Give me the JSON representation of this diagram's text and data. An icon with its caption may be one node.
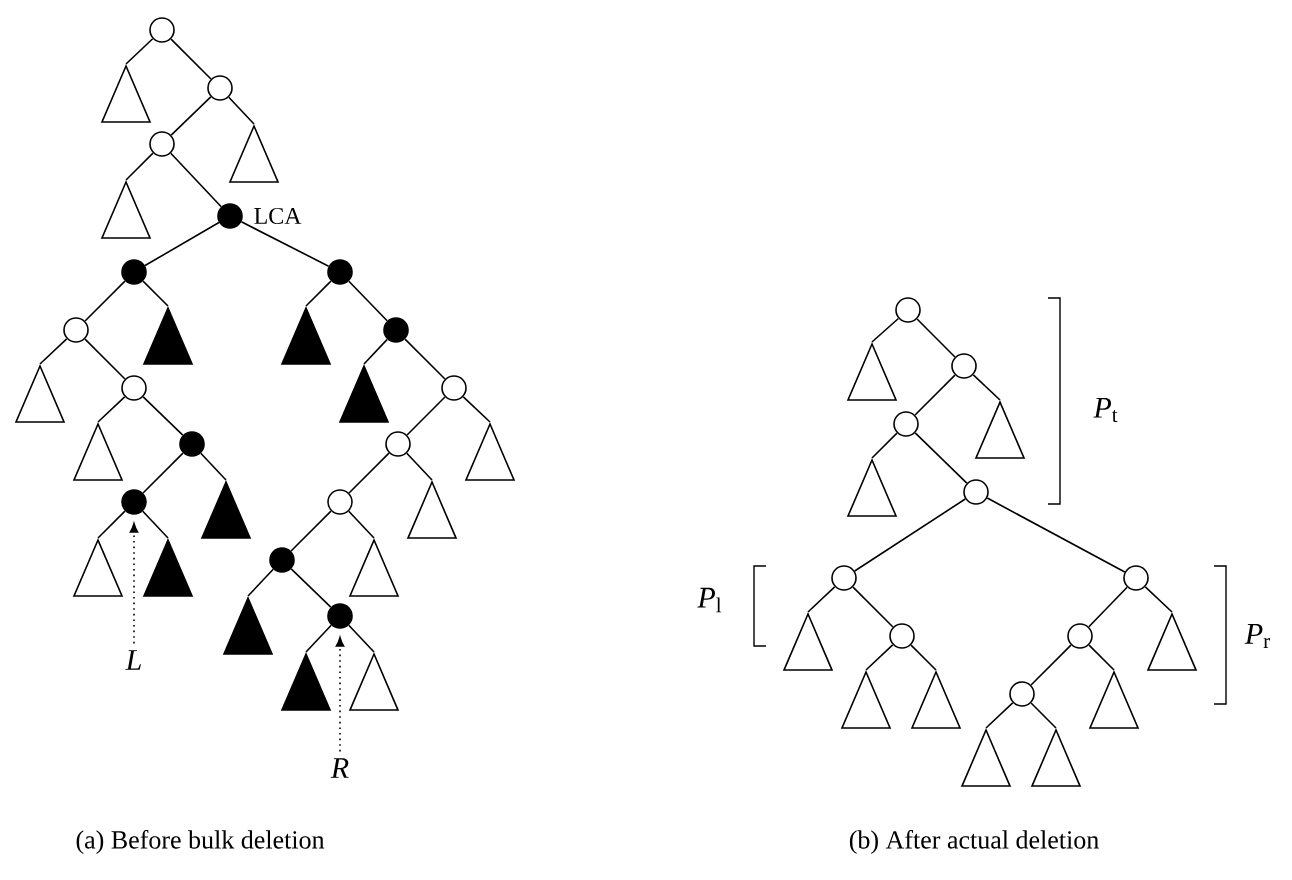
{
  "diagram": {
    "nodes": [
      {
        "text": [],
        "shape": "circle"
      },
      {
        "text": [],
        "shape": "triangle"
      },
      {
        "text": [],
        "shape": "circle"
      },
      {
        "text": [],
        "shape": "circle"
      },
      {
        "text": [],
        "shape": "triangle"
      },
      {
        "text": [],
        "shape": "disc",
        "beside": [
          "LCA"
        ]
      },
      {
        "text": [],
        "shape": "disc"
      },
      {
        "text": [],
        "shape": "circle"
      },
      {
        "text": [],
        "shape": "triangle"
      },
      {
        "text": [],
        "shape": "circle"
      },
      {
        "text": [],
        "shape": "triangle"
      },
      {
        "text": [],
        "shape": "disc"
      },
      {
        "text": [],
        "shape": "disc"
      },
      {
        "text": [],
        "shape": "triangle"
      },
      {
        "text": [],
        "shape": "filled-triangle"
      },
      {
        "text": [],
        "shape": "filled-triangle"
      },
      {
        "text": [],
        "shape": "filled-triangle"
      },
      {
        "text": [],
        "shape": "disc"
      },
      {
        "text": [],
        "shape": "filled-triangle"
      },
      {
        "text": [],
        "shape": "disc"
      },
      {
        "text": [],
        "shape": "filled-triangle"
      },
      {
        "text": [],
        "shape": "circle"
      },
      {
        "text": [],
        "shape": "circle"
      },
      {
        "text": [],
        "shape": "circle"
      },
      {
        "text": [],
        "shape": "disc"
      },
      {
        "text": [],
        "shape": "filled-triangle"
      },
      {
        "text": [],
        "shape": "disc"
      },
      {
        "text": [],
        "shape": "filled-triangle"
      },
      {
        "text": [],
        "shape": "triangle"
      },
      {
        "text": [],
        "shape": "triangle"
      },
      {
        "text": [],
        "shape": "triangle"
      },
      {
        "text": [],
        "shape": "triangle"
      },
      {
        "text": [],
        "shape": "triangle"
      },
      {
        "text": [
          "*L*"
        ]
      },
      {
        "text": [
          "*R*"
        ]
      },
      {
        "text": [],
        "shape": "circle"
      },
      {
        "text": [],
        "shape": "triangle"
      },
      {
        "text": [],
        "shape": "circle"
      },
      {
        "text": [],
        "shape": "circle"
      },
      {
        "text": [],
        "shape": "triangle"
      },
      {
        "text": [],
        "shape": "circle"
      },
      {
        "text": [],
        "shape": "circle"
      },
      {
        "text": [],
        "shape": "triangle"
      },
      {
        "text": [],
        "shape": "circle"
      },
      {
        "text": [],
        "shape": "triangle"
      },
      {
        "text": [],
        "shape": "triangle"
      },
      {
        "text": [],
        "shape": "circle"
      },
      {
        "text": [],
        "shape": "circle"
      },
      {
        "text": [],
        "shape": "circle"
      },
      {
        "text": [],
        "shape": "triangle"
      },
      {
        "text": [],
        "shape": "triangle"
      },
      {
        "text": [],
        "shape": "triangle"
      },
      {
        "text": [],
        "shape": "triangle"
      },
      {
        "text": [],
        "shape": "triangle"
      }
    ],
    "edges": [
      {
        "from": 0,
        "to": 1,
        "arrow": "none"
      },
      {
        "from": 0,
        "to": 2,
        "arrow": "none"
      },
      {
        "from": 2,
        "to": 3,
        "arrow": "none"
      },
      {
        "from": 2,
        "to": 32,
        "arrow": "none"
      },
      {
        "from": 3,
        "to": 4,
        "arrow": "none"
      },
      {
        "from": 3,
        "to": 5,
        "arrow": "none"
      },
      {
        "from": 5,
        "to": 6,
        "arrow": "none"
      },
      {
        "from": 5,
        "to": 17,
        "arrow": "none"
      },
      {
        "from": 6,
        "to": 7,
        "arrow": "none"
      },
      {
        "from": 6,
        "to": 16,
        "arrow": "none"
      },
      {
        "from": 7,
        "to": 8,
        "arrow": "none"
      },
      {
        "from": 7,
        "to": 9,
        "arrow": "none"
      },
      {
        "from": 9,
        "to": 10,
        "arrow": "none"
      },
      {
        "from": 9,
        "to": 11,
        "arrow": "none"
      },
      {
        "from": 11,
        "to": 12,
        "arrow": "none"
      },
      {
        "from": 11,
        "to": 15,
        "arrow": "none"
      },
      {
        "from": 12,
        "to": 13,
        "arrow": "none"
      },
      {
        "from": 12,
        "to": 14,
        "arrow": "none"
      },
      {
        "from": 17,
        "to": 18,
        "arrow": "none"
      },
      {
        "from": 17,
        "to": 19,
        "arrow": "none"
      },
      {
        "from": 19,
        "to": 20,
        "arrow": "none"
      },
      {
        "from": 19,
        "to": 21,
        "arrow": "none"
      },
      {
        "from": 21,
        "to": 22,
        "arrow": "none"
      },
      {
        "from": 21,
        "to": 31,
        "arrow": "none"
      },
      {
        "from": 22,
        "to": 23,
        "arrow": "none"
      },
      {
        "from": 22,
        "to": 30,
        "arrow": "none"
      },
      {
        "from": 23,
        "to": 24,
        "arrow": "none"
      },
      {
        "from": 23,
        "to": 29,
        "arrow": "none"
      },
      {
        "from": 24,
        "to": 25,
        "arrow": "none"
      },
      {
        "from": 24,
        "to": 26,
        "arrow": "none"
      },
      {
        "from": 26,
        "to": 27,
        "arrow": "none"
      },
      {
        "from": 26,
        "to": 28,
        "arrow": "none"
      },
      {
        "from": 33,
        "to": 12,
        "arrow": "to",
        "style": "dashed"
      },
      {
        "from": 34,
        "to": 26,
        "arrow": "to",
        "style": "dashed"
      },
      {
        "from": 35,
        "to": 36,
        "arrow": "none"
      },
      {
        "from": 35,
        "to": 37,
        "arrow": "none"
      },
      {
        "from": 37,
        "to": 38,
        "arrow": "none"
      },
      {
        "from": 37,
        "to": 53,
        "arrow": "none"
      },
      {
        "from": 38,
        "to": 39,
        "arrow": "none"
      },
      {
        "from": 38,
        "to": 40,
        "arrow": "none"
      },
      {
        "from": 40,
        "to": 41,
        "arrow": "none"
      },
      {
        "from": 40,
        "to": 46,
        "arrow": "none"
      },
      {
        "from": 41,
        "to": 42,
        "arrow": "none"
      },
      {
        "from": 41,
        "to": 43,
        "arrow": "none"
      },
      {
        "from": 43,
        "to": 44,
        "arrow": "none"
      },
      {
        "from": 43,
        "to": 45,
        "arrow": "none"
      },
      {
        "from": 46,
        "to": 47,
        "arrow": "none"
      },
      {
        "from": 46,
        "to": 52,
        "arrow": "none"
      },
      {
        "from": 47,
        "to": 48,
        "arrow": "none"
      },
      {
        "from": 47,
        "to": 51,
        "arrow": "none"
      },
      {
        "from": 48,
        "to": 49,
        "arrow": "none"
      },
      {
        "from": 48,
        "to": 50,
        "arrow": "none"
      }
    ],
    "labels": [
      "*P*$_{t}$",
      "*P*$_{l}$",
      "*P*$_{r}$",
      "(a) Before bulk deletion",
      "(b) After actual deletion"
    ]
  }
}
